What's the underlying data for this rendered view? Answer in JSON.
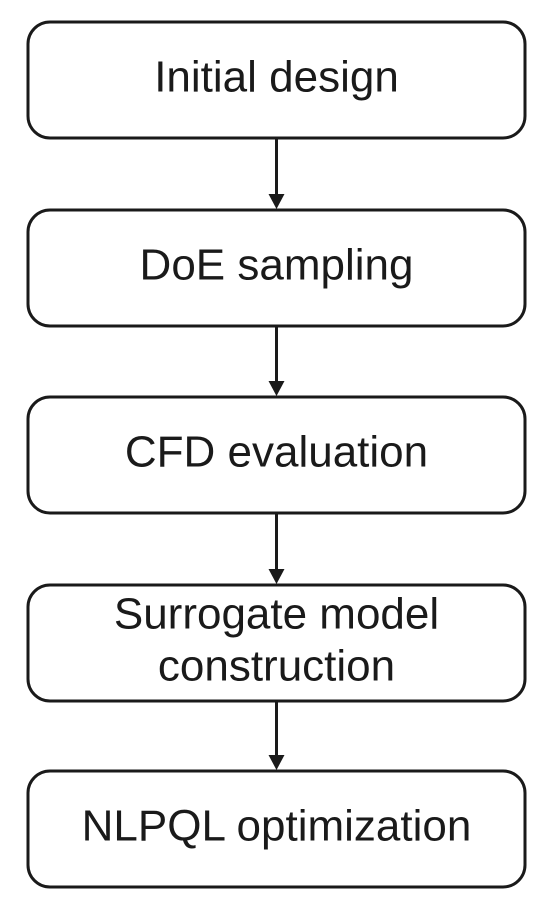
{
  "diagram": {
    "nodes": [
      {
        "id": "initial-design",
        "lines": [
          "Initial design"
        ]
      },
      {
        "id": "doe-sampling",
        "lines": [
          "DoE sampling"
        ]
      },
      {
        "id": "cfd-evaluation",
        "lines": [
          "CFD evaluation"
        ]
      },
      {
        "id": "surrogate-model-construction",
        "lines": [
          "Surrogate model",
          "construction"
        ]
      },
      {
        "id": "nlpql-optimization",
        "lines": [
          "NLPQL optimization"
        ]
      }
    ],
    "edges": [
      {
        "from": "initial-design",
        "to": "doe-sampling"
      },
      {
        "from": "doe-sampling",
        "to": "cfd-evaluation"
      },
      {
        "from": "cfd-evaluation",
        "to": "surrogate-model-construction"
      },
      {
        "from": "surrogate-model-construction",
        "to": "nlpql-optimization"
      }
    ],
    "colors": {
      "stroke": "#1a1a1a",
      "fill": "#ffffff",
      "text": "#1a1a1a"
    }
  }
}
